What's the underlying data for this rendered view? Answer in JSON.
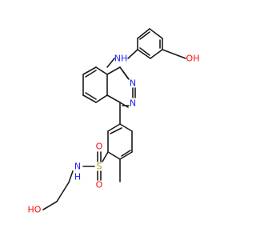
{
  "colors": {
    "bond": "#1a1a1a",
    "carbon": "#1a1a1a",
    "nitrogen": "#2020ff",
    "oxygen": "#ff0d0d",
    "sulfur": "#b8a000",
    "background": "#ffffff"
  },
  "labels": {
    "amine_nh": "NH",
    "phenol_oh": "OH",
    "ring_n1": "N",
    "ring_n2": "N",
    "sulfonyl_s": "S",
    "sulfonyl_o1": "O",
    "sulfonyl_o2": "O",
    "sulfonamide_nh": "N",
    "sulfonamide_h": "H",
    "alcohol_oh": "HO"
  }
}
